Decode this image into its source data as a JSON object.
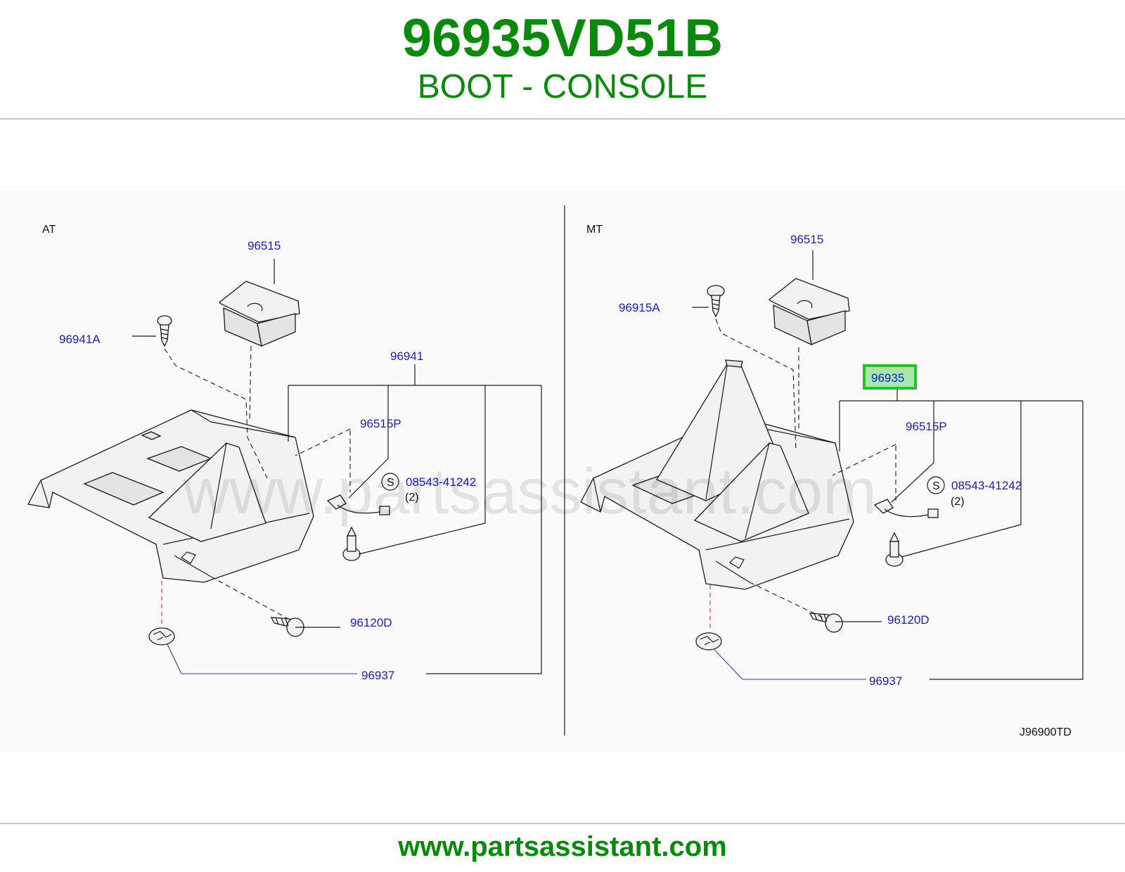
{
  "header": {
    "title": "96935VD51B",
    "subtitle": "BOOT - CONSOLE"
  },
  "footer": {
    "url": "www.partsassistant.com"
  },
  "watermark": "www.partsassistant.com",
  "diagram": {
    "left": {
      "variant": "AT",
      "labels": {
        "boot_cover": "96515",
        "screw_a": "96941A",
        "assembly": "96941",
        "clip_p": "96515P",
        "circle_s": "S",
        "bolt": "08543-41242",
        "qty": "(2)",
        "screw_d": "96120D",
        "grommet": "96937"
      }
    },
    "right": {
      "variant": "MT",
      "labels": {
        "boot_cover": "96515",
        "screw_a": "96915A",
        "assembly": "96935",
        "clip_p": "96515P",
        "circle_s": "S",
        "bolt": "08543-41242",
        "qty": "(2)",
        "screw_d": "96120D",
        "grommet": "96937"
      }
    },
    "code": "J96900TD",
    "highlight_part": "96935"
  },
  "colors": {
    "brand_green": "#0a8a0a",
    "label_blue": "#1a1acc",
    "highlight": "#22c422"
  }
}
